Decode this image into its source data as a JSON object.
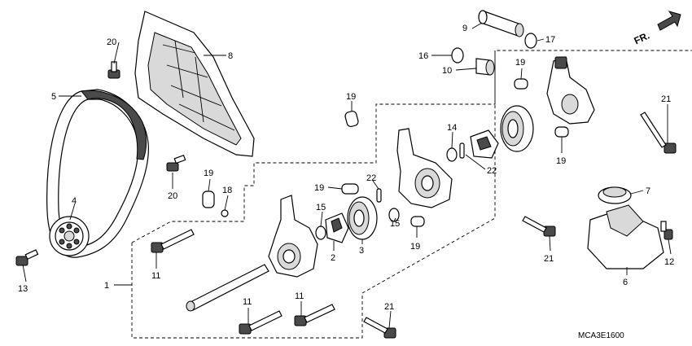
{
  "diagram_code": "MCA3E1600",
  "direction_label": "FR.",
  "callouts": [
    {
      "num": "1"
    },
    {
      "num": "2"
    },
    {
      "num": "3"
    },
    {
      "num": "4"
    },
    {
      "num": "5"
    },
    {
      "num": "6"
    },
    {
      "num": "7"
    },
    {
      "num": "8"
    },
    {
      "num": "9"
    },
    {
      "num": "10"
    },
    {
      "num": "11"
    },
    {
      "num": "11"
    },
    {
      "num": "11"
    },
    {
      "num": "12"
    },
    {
      "num": "13"
    },
    {
      "num": "14"
    },
    {
      "num": "15"
    },
    {
      "num": "15"
    },
    {
      "num": "16"
    },
    {
      "num": "17"
    },
    {
      "num": "18"
    },
    {
      "num": "19"
    },
    {
      "num": "19"
    },
    {
      "num": "19"
    },
    {
      "num": "19"
    },
    {
      "num": "19"
    },
    {
      "num": "19"
    },
    {
      "num": "20"
    },
    {
      "num": "20"
    },
    {
      "num": "21"
    },
    {
      "num": "21"
    },
    {
      "num": "21"
    },
    {
      "num": "22"
    },
    {
      "num": "22"
    }
  ]
}
